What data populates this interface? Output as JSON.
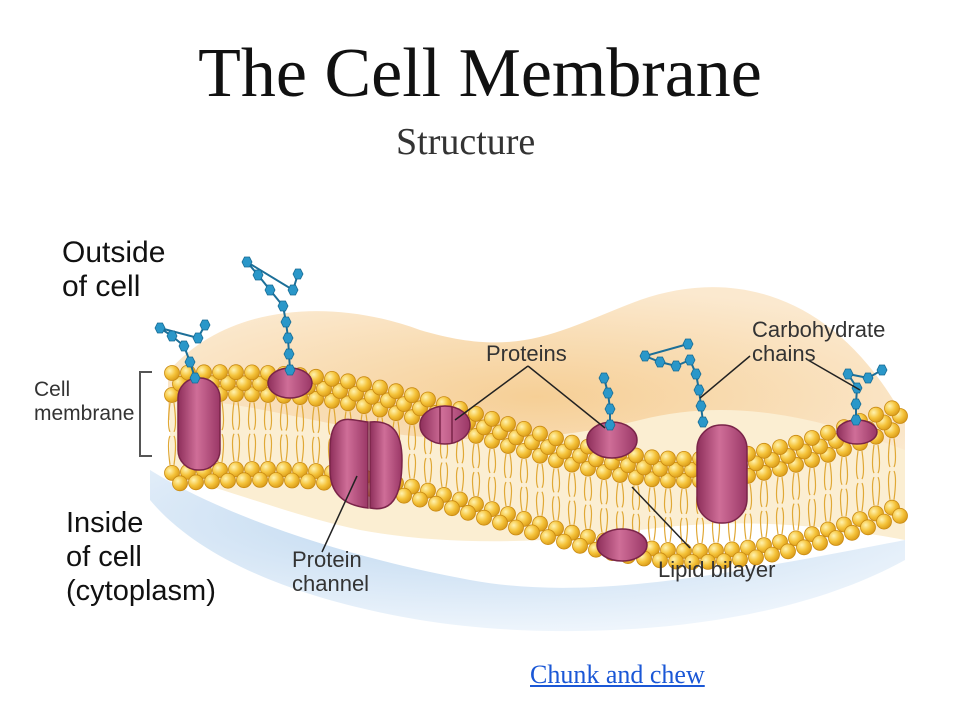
{
  "slide": {
    "title": "The Cell Membrane",
    "subtitle": "Structure",
    "link_text": "Chunk and chew"
  },
  "labels": {
    "outside_l1": "Outside",
    "outside_l2": "of cell",
    "cell_membrane_l1": "Cell",
    "cell_membrane_l2": "membrane",
    "inside_l1": "Inside",
    "inside_l2": "of cell",
    "inside_l3": "(cytoplasm)",
    "proteins": "Proteins",
    "carbohydrate_l1": "Carbohydrate",
    "carbohydrate_l2": "chains",
    "protein_channel_l1": "Protein",
    "protein_channel_l2": "channel",
    "lipid_bilayer": "Lipid bilayer"
  },
  "colors": {
    "lipid_head": "#f5c33a",
    "lipid_head_edge": "#c98a12",
    "protein": "#b24a78",
    "carbohydrate": "#2a97c9",
    "outer_wash": "#f4c98d",
    "inner_wash": "#c9def1",
    "link": "#1a57d6"
  }
}
